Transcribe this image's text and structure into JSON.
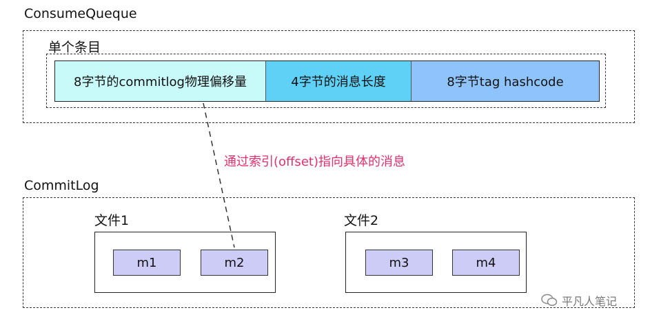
{
  "consume_queue": {
    "title": "ConsumeQueque",
    "entry_label": "单个条目",
    "fields": [
      {
        "text": "8字节的commitlog物理偏移量",
        "color": "#c9fafa"
      },
      {
        "text": "4字节的消息长度",
        "color": "#5fd1f7"
      },
      {
        "text": "8字节tag hashcode",
        "color": "#8ec4fb"
      }
    ]
  },
  "pointer_label": "通过索引(offset)指向具体的消息",
  "pointer_color": "#e0306a",
  "commit_log": {
    "title": "CommitLog",
    "files": [
      {
        "label": "文件1",
        "messages": [
          "m1",
          "m2"
        ]
      },
      {
        "label": "文件2",
        "messages": [
          "m3",
          "m4"
        ]
      }
    ]
  },
  "watermark": "平凡人笔记",
  "message_color": "#ccccf6"
}
